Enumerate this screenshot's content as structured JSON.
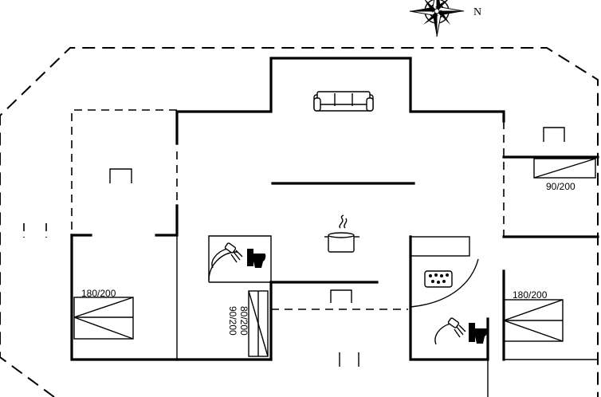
{
  "compass": {
    "label": "N",
    "icon": "compass-rose-icon"
  },
  "beds": [
    {
      "id": "bed-left",
      "label": "180/200"
    },
    {
      "id": "bed-right",
      "label": "180/200"
    },
    {
      "id": "bed-top-right",
      "label": "90/200"
    },
    {
      "id": "bunk-middle-a",
      "label": "80/200"
    },
    {
      "id": "bunk-middle-b",
      "label": "90/200"
    }
  ],
  "icons": {
    "sofa": "sofa-icon",
    "kitchen": "cooking-pot-icon",
    "shower": "shower-icon",
    "toilet": "toilet-icon",
    "sauna": "sauna-icon"
  }
}
